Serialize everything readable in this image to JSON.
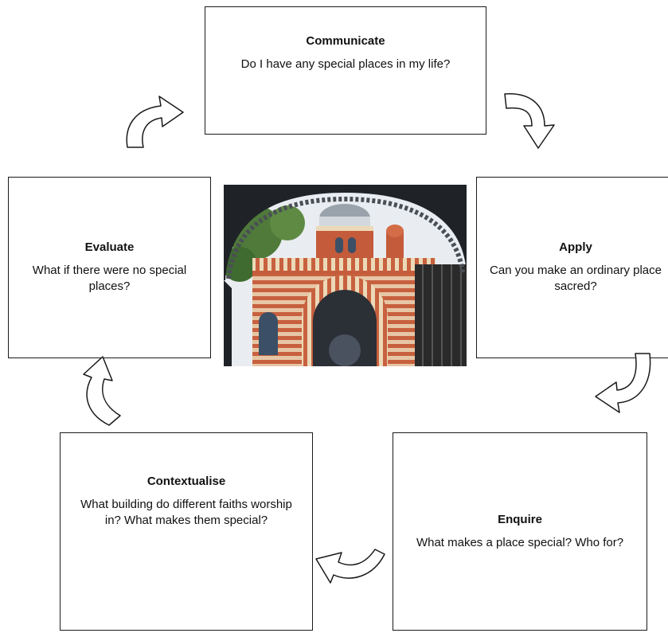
{
  "cycle": {
    "communicate": {
      "title": "Communicate",
      "question": "Do I have any special places in my life?"
    },
    "apply": {
      "title": "Apply",
      "question": "Can you make an ordinary place sacred?"
    },
    "enquire": {
      "title": "Enquire",
      "question": "What makes a place special? Who for?"
    },
    "contextualise": {
      "title": "Contextualise",
      "question": "What building do different faiths worship in? What makes them special?"
    },
    "evaluate": {
      "title": "Evaluate",
      "question": "What if there were no special places?"
    }
  },
  "center_image": {
    "subject": "synagogue-facade-through-arch"
  },
  "colors": {
    "border": "#1a1a1a",
    "background": "#ffffff",
    "brick": "#b5533a",
    "stripe": "#e8d6b8"
  },
  "icons": {
    "arrow": "curved-arrow-icon"
  }
}
